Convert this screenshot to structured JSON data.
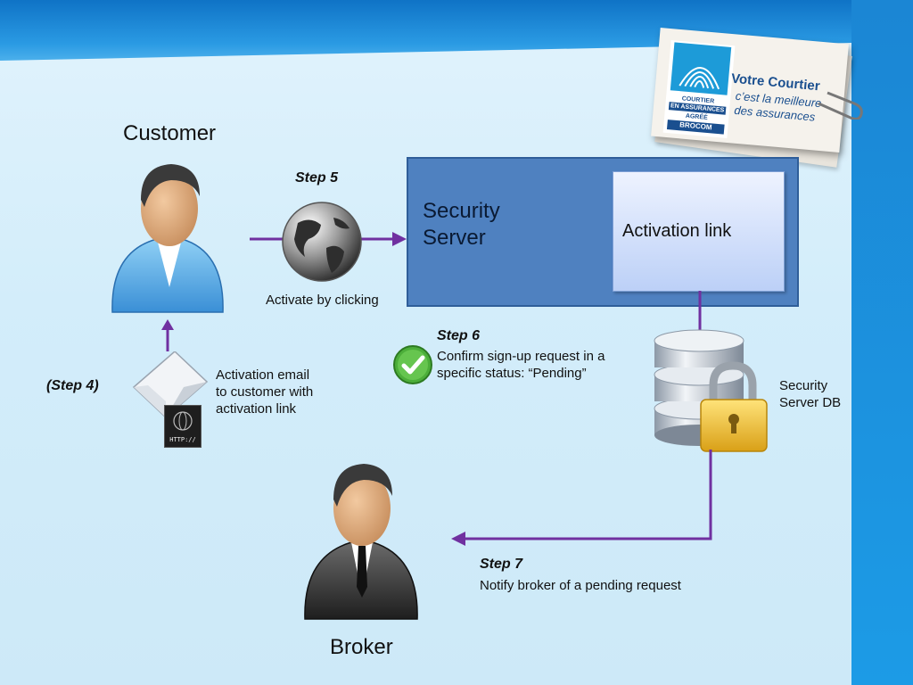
{
  "customer": {
    "label": "Customer"
  },
  "broker": {
    "label": "Broker"
  },
  "step4": {
    "step": "(Step 4)",
    "text_lines": [
      "Activation email",
      "to customer with",
      "activation link"
    ]
  },
  "step5": {
    "step": "Step 5",
    "caption": "Activate by clicking"
  },
  "step6": {
    "step": "Step 6",
    "text_lines": [
      "Confirm sign-up request in a",
      "specific status: “Pending”"
    ]
  },
  "step7": {
    "step": "Step 7",
    "text": "Notify broker of a pending request"
  },
  "server": {
    "title_lines": [
      "Security",
      "Server"
    ],
    "activation_label": "Activation link"
  },
  "db": {
    "label_lines": [
      "Security",
      "Server DB"
    ]
  },
  "email_icon": {
    "badge": "HTTP://"
  },
  "logo": {
    "strip_lines": [
      "COURTIER",
      "EN ASSURANCES",
      "AGRÉÉ",
      "BROCOM"
    ],
    "title": "Votre Courtier",
    "tagline_lines": [
      "c’est la meilleure",
      "des assurances"
    ]
  },
  "colors": {
    "arrow": "#7030a0",
    "server_box": "#4f81c0",
    "slide_bg": "#d3edfa"
  }
}
